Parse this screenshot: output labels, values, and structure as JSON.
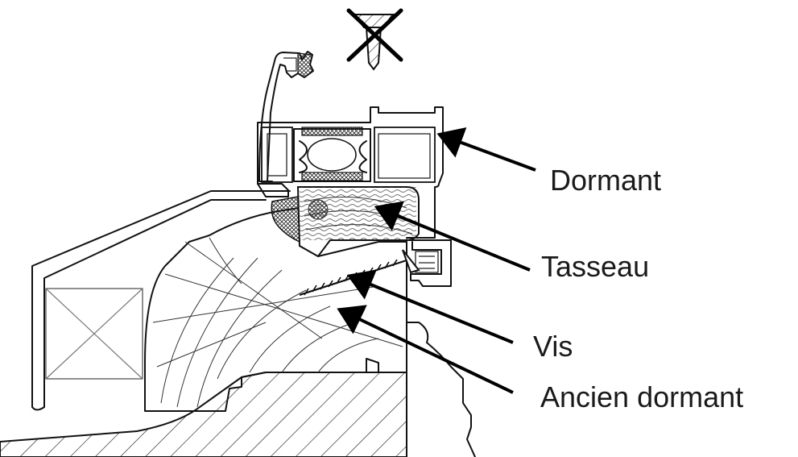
{
  "labels": {
    "dormant": "Dormant",
    "tasseau": "Tasseau",
    "vis": "Vis",
    "ancien_dormant": "Ancien dormant"
  },
  "icons": {
    "crossed_screw": "crossed-screw-icon"
  },
  "colors": {
    "line": "#111111",
    "background": "#ffffff"
  }
}
